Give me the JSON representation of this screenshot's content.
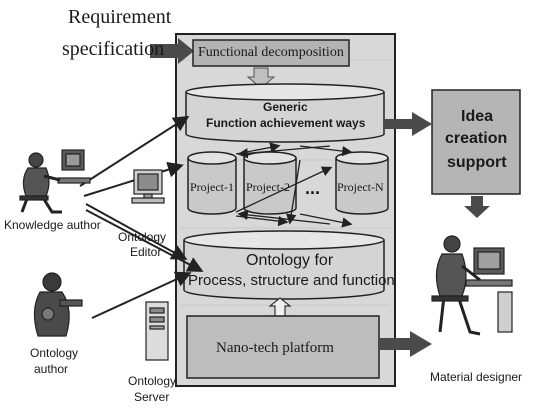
{
  "labels": {
    "requirement_line1": "Requirement",
    "requirement_line2": "specification",
    "functional_decomposition": "Functional decomposition",
    "generic_line1": "Generic",
    "generic_line2": "Function achievement ways",
    "project_1": "Project-1",
    "project_2": "Project-2",
    "ellipsis": "...",
    "project_n": "Project-N",
    "ontology_line1": "Ontology for",
    "ontology_line2": "Process, structure and function",
    "nanotech_platform": "Nano-tech platform",
    "idea_line1": "Idea",
    "idea_line2": "creation",
    "idea_line3": "support",
    "knowledge_author": "Knowledge author",
    "ontology_editor_line1": "Ontology",
    "ontology_editor_line2": "Editor",
    "ontology_author_line1": "Ontology",
    "ontology_author_line2": "author",
    "ontology_server_line1": "Ontology",
    "ontology_server_line2": "Server",
    "material_designer": "Material designer"
  },
  "icons": {
    "knowledge_author": "person-at-computer-icon",
    "ontology_editor": "computer-monitor-icon",
    "ontology_author": "person-with-headset-icon",
    "ontology_server": "server-tower-icon",
    "material_designer": "person-at-computer-icon"
  },
  "colors": {
    "panel_fill": "#d8d8d8",
    "box_fill": "#b9b9b9",
    "cylinder_fill": "#d4d4d4",
    "arrow_fill": "#4a4a4a",
    "outline": "#222222"
  }
}
